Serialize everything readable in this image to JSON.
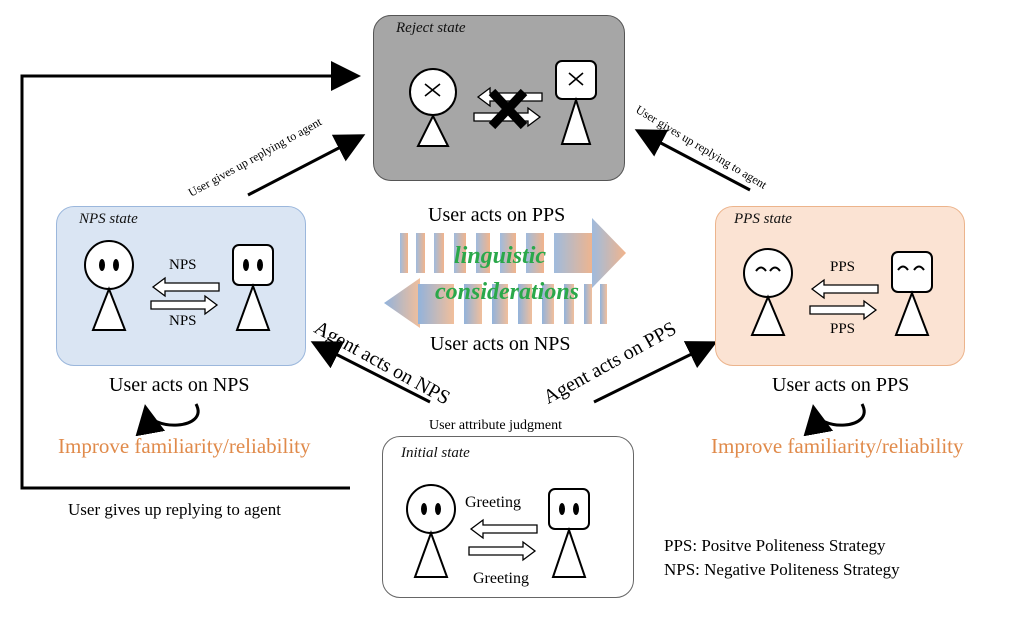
{
  "states": {
    "reject": {
      "title": "Reject state",
      "color": "#a6a6a6"
    },
    "nps": {
      "title": "NPS state",
      "color": "#dae5f3",
      "arrow_top": "NPS",
      "arrow_bottom": "NPS"
    },
    "pps": {
      "title": "PPS state",
      "color": "#fbe3d3",
      "arrow_top": "PPS",
      "arrow_bottom": "PPS"
    },
    "initial": {
      "title": "Initial state",
      "color": "#ffffff",
      "arrow_top": "Greeting",
      "arrow_bottom": "Greeting"
    }
  },
  "labels": {
    "gives_up_left": "User gives up replying to agent",
    "gives_up_right": "User gives up replying to agent",
    "gives_up_bottom": "User gives up replying to agent",
    "user_acts_pps_top": "User acts on PPS",
    "user_acts_nps_center": "User acts on NPS",
    "linguistic_1": "linguistic",
    "linguistic_2": "considerations",
    "agent_acts_nps": "Agent acts on NPS",
    "agent_acts_pps": "Agent acts on PPS",
    "user_attribute": "User attribute judgment",
    "user_acts_nps_left": "User acts on NPS",
    "user_acts_pps_right": "User acts on PPS",
    "improve_left": "Improve familiarity/reliability",
    "improve_right": "Improve familiarity/reliability"
  },
  "legend": {
    "pps": "PPS: Positve Politeness Strategy",
    "nps": "NPS: Negative Politeness Strategy"
  },
  "colors": {
    "accent_orange": "#e08a4a",
    "accent_green": "#2aa84a",
    "blue_arrow": "#8fb0d8",
    "orange_arrow": "#f0b48a"
  }
}
